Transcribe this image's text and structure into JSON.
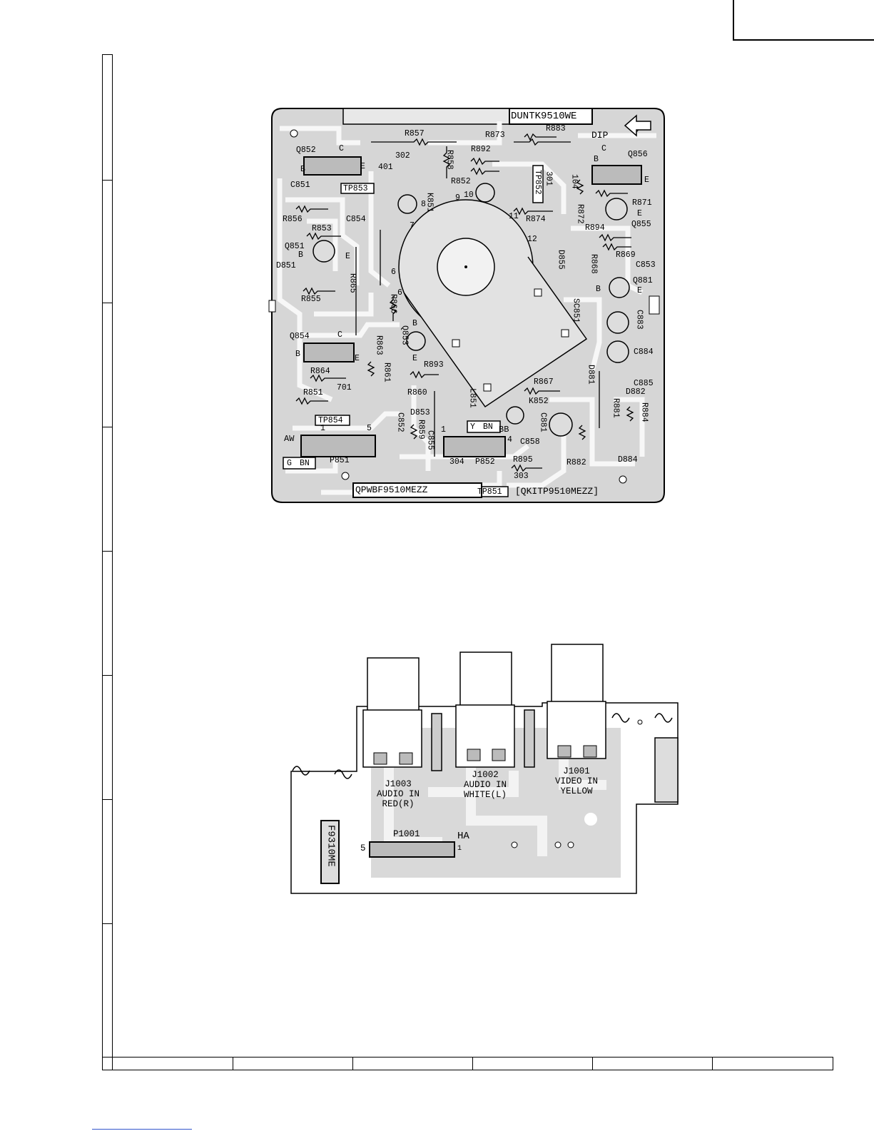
{
  "board1": {
    "part_number": "DUNTK9510WE",
    "dip_label": "DIP",
    "pwb_code": "QPWBF9510MEZZ",
    "kit_code": "[QKITP9510MEZZ]",
    "tags": {
      "tp853": "TP853",
      "tp852": "TP852",
      "tp854": "TP854",
      "tp851": "TP851"
    },
    "connector_p851": {
      "name": "P851",
      "prefix": "AW",
      "pin_first": "1",
      "pin_last": "5",
      "color_code": "G",
      "wire_code": "BN"
    },
    "connector_p852": {
      "name": "P852",
      "prefix": "BB",
      "pin_first": "1",
      "pin_last": "4",
      "color_code": "Y",
      "wire_code": "BN"
    },
    "labels": {
      "R857": "R857",
      "n302": "302",
      "R873": "R873",
      "R883": "R883",
      "Q852": "Q852",
      "Q852_C": "C",
      "Q852_B": "B",
      "Q852_E": "E",
      "n401": "401",
      "R858": "R858",
      "R892": "R892",
      "n301": "301",
      "Q856": "Q856",
      "Q856_C": "C",
      "Q856_B": "B",
      "Q856_E": "E",
      "C851": "C851",
      "R852": "R852",
      "K851": "K851",
      "n104": "104",
      "R856": "R856",
      "C854": "C854",
      "R874": "R874",
      "R872": "R872",
      "R871": "R871",
      "Q855": "Q855",
      "Q855_E": "E",
      "R853": "R853",
      "R894": "R894",
      "Q851": "Q851",
      "Q851_B": "B",
      "Q851_E": "E",
      "R869": "R869",
      "D851": "D851",
      "D855": "D855",
      "R868": "R868",
      "C853": "C853",
      "Q881": "Q881",
      "Q881_B": "B",
      "Q881_E": "E",
      "R855": "R855",
      "R865": "R865",
      "R866": "R866",
      "SC851": "SC851",
      "C883": "C883",
      "Q854": "Q854",
      "Q854_C": "C",
      "Q854_B": "B",
      "Q854_E": "E",
      "R863": "R863",
      "Q853": "Q853",
      "Q853_B": "B",
      "Q853_E": "E",
      "C884": "C884",
      "R893": "R893",
      "R864": "R864",
      "R861": "R861",
      "R867": "R867",
      "D881": "D881",
      "C885": "C885",
      "R860": "R860",
      "R851": "R851",
      "n701": "701",
      "L851": "L851",
      "D882": "D882",
      "K852": "K852",
      "D853": "D853",
      "R881": "R881",
      "R884": "R884",
      "C852": "C852",
      "C881": "C881",
      "R859": "R859",
      "C855": "C855",
      "C858": "C858",
      "R882": "R882",
      "D884": "D884",
      "n304": "304",
      "R895": "R895",
      "n303": "303",
      "pin6a": "6",
      "pin6b": "6",
      "pin7": "7",
      "pin8": "8",
      "pin9": "9",
      "pin10": "10",
      "pin11": "11",
      "pin12": "12"
    }
  },
  "board2": {
    "part_number": "F9310ME",
    "jacks": [
      {
        "ref": "J1003",
        "line1": "AUDIO IN",
        "line2": "RED(R)"
      },
      {
        "ref": "J1002",
        "line1": "AUDIO IN",
        "line2": "WHITE(L)"
      },
      {
        "ref": "J1001",
        "line1": "VIDEO IN",
        "line2": "YELLOW"
      }
    ],
    "connector": {
      "name": "P1001",
      "prefix": "HA",
      "pin_first": "1",
      "pin_last": "5"
    }
  },
  "colors": {
    "board": "#d6d6d6",
    "trace": "#f7f7f7",
    "ink": "#000000"
  }
}
